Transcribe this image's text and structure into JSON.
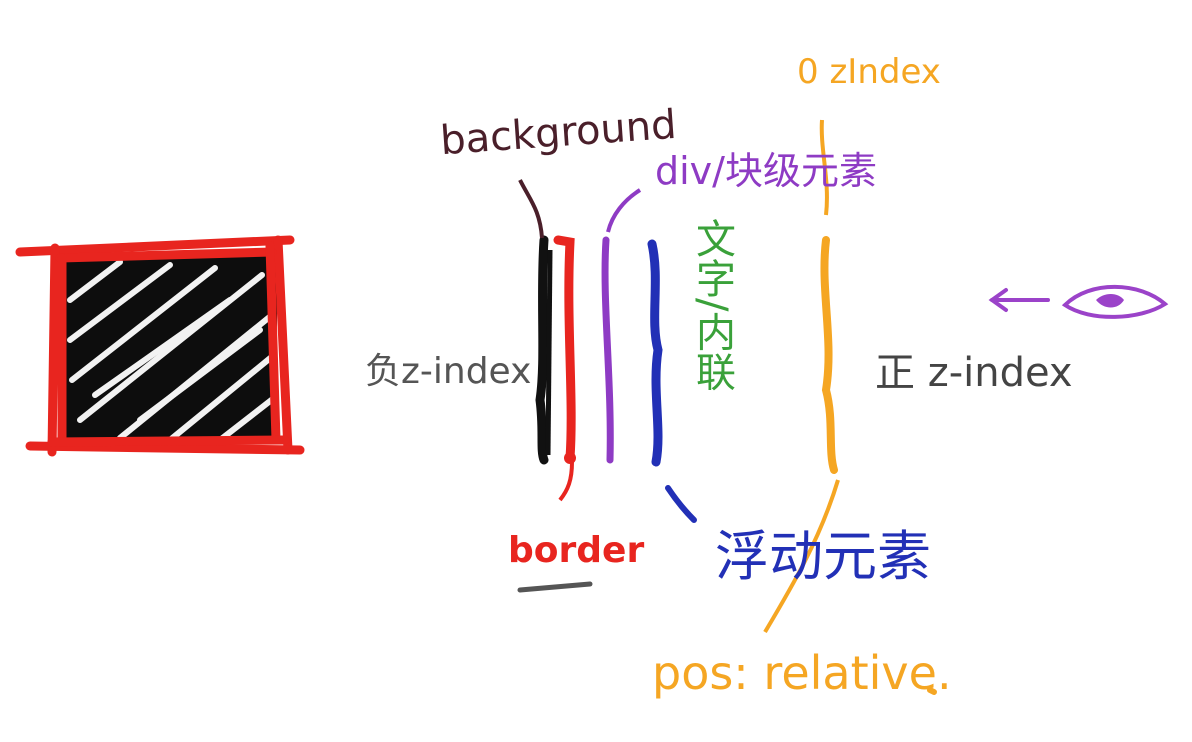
{
  "diagram": {
    "labels": {
      "background": "background",
      "div_block": "div/块级元素",
      "zero_zindex": "0 zIndex",
      "negative_zindex": "负z-index",
      "positive_zindex": "正 z-index",
      "text_inline": "文字/内联",
      "border": "border",
      "float": "浮动元素",
      "position_relative": "pos: relative."
    },
    "layer_order": [
      "background",
      "border",
      "div/块级元素",
      "浮动元素",
      "文字/内联",
      "pos: relative."
    ],
    "colors": {
      "background": "#111111",
      "border": "#e8251f",
      "block": "#8e3bc4",
      "float": "#2230b6",
      "text": "#3aa13a",
      "positioned": "#f5a623",
      "label_background": "#4a1f2a",
      "label_gray": "#555555",
      "eye": "#9b43c9"
    },
    "icons": {
      "box": "scribbled-box-icon",
      "eye": "eye-icon",
      "arrow": "arrow-left-icon"
    }
  }
}
